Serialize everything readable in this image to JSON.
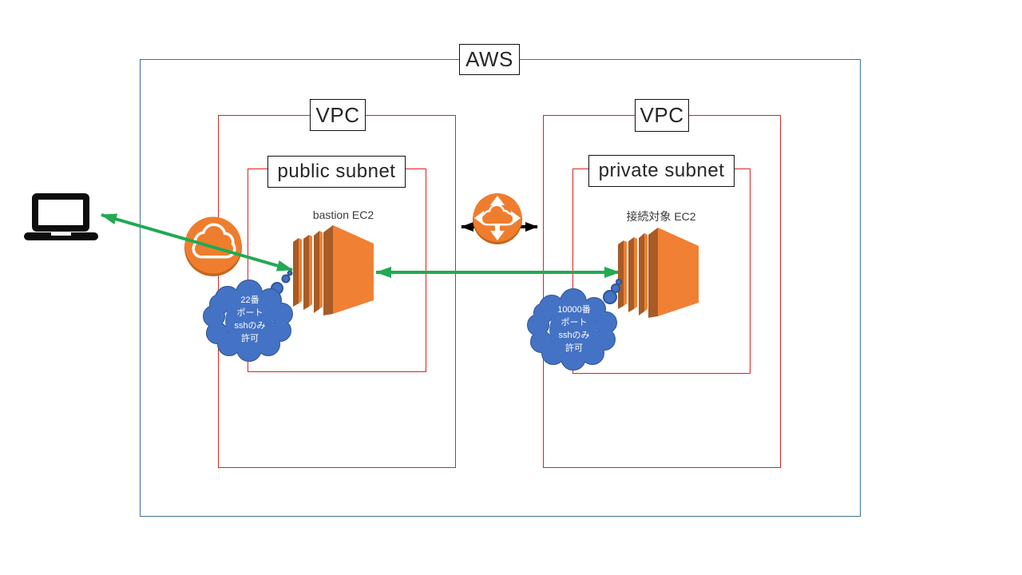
{
  "diagram": {
    "aws_label": "AWS",
    "left_vpc": {
      "label": "VPC",
      "subnet_label": "public subnet",
      "ec2_label": "bastion EC2",
      "security_note": {
        "lines": [
          "22番",
          "ポート",
          "sshのみ",
          "許可"
        ]
      }
    },
    "right_vpc": {
      "label": "VPC",
      "subnet_label": "private subnet",
      "ec2_label": "接続対象 EC2",
      "security_note": {
        "lines": [
          "10000番",
          "ポート",
          "sshのみ",
          "許可"
        ]
      }
    },
    "icons": {
      "client": "laptop-icon",
      "gateway": "internet-gateway-icon",
      "peering": "router-icon",
      "left_compute": "ec2-icon",
      "right_compute": "ec2-icon"
    },
    "colors": {
      "aws_border": "#41719c",
      "vpc_border": "#e02020",
      "label_border": "#111111",
      "arrow_green": "#22a952",
      "arrow_black": "#000000",
      "icon_orange": "#ef7d2e",
      "icon_orange_dark": "#a85b25",
      "bubble_fill": "#4472c4",
      "bubble_border": "#2f5597"
    }
  }
}
